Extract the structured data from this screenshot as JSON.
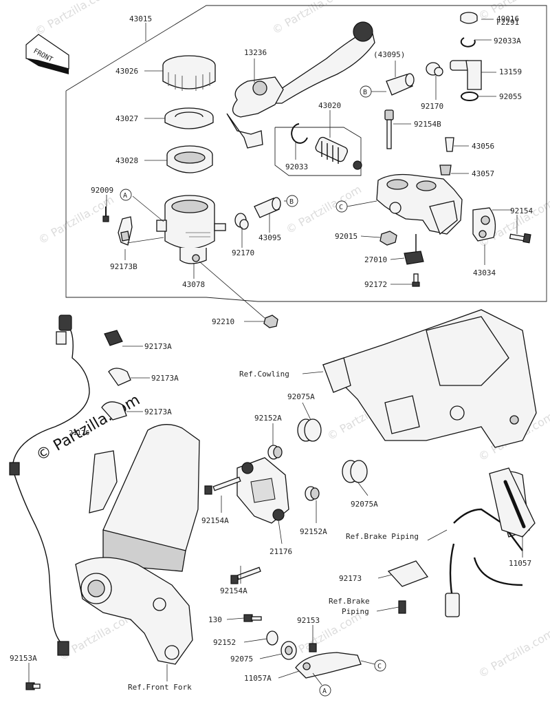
{
  "diagram_id": "F2291",
  "front_label": "FRONT",
  "watermark_main": "© Partzilla.com",
  "watermark_small": "© Partzilla.com",
  "callouts": {
    "A": "A",
    "B": "B",
    "C": "C"
  },
  "parts": {
    "p43015": "43015",
    "p43026": "43026",
    "p43027": "43027",
    "p43028": "43028",
    "p92009": "92009",
    "p92173B": "92173B",
    "p43078": "43078",
    "p92170a": "92170",
    "p43095a": "43095",
    "p13236": "13236",
    "p43020": "43020",
    "p92033": "92033",
    "p43095b": "(43095)",
    "p92170b": "92170",
    "p49016": "49016",
    "p92033A": "92033A",
    "p13159": "13159",
    "p92055": "92055",
    "p92154B": "92154B",
    "p43056": "43056",
    "p43057": "43057",
    "p92154": "92154",
    "p92015": "92015",
    "p27010": "27010",
    "p92172": "92172",
    "p43034": "43034",
    "p92210": "92210",
    "p92173A1": "92173A",
    "p92173A2": "92173A",
    "p92173A3": "92173A",
    "pRefCowling": "Ref.Cowling",
    "p92075A1": "92075A",
    "p92152A1": "92152A",
    "p92154A1": "92154A",
    "p92075A2": "92075A",
    "p92152A2": "92152A",
    "p21176": "21176",
    "p92154A2": "92154A",
    "pRefBrakePiping1": "Ref.Brake Piping",
    "p11057": "11057",
    "p92173": "92173",
    "pRefBrakePiping2a": "Ref.Brake",
    "pRefBrakePiping2b": "Piping",
    "p130": "130",
    "p92153": "92153",
    "p92152": "92152",
    "p92075": "92075",
    "p11057A": "11057A",
    "p92153A": "92153A",
    "pRefFrontFork": "Ref.Front Fork",
    "p211": "21176"
  }
}
